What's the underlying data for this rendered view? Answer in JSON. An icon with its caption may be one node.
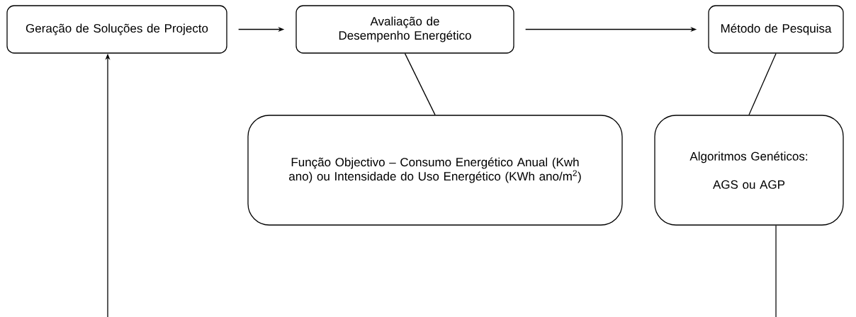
{
  "diagram": {
    "nodes": [
      {
        "text": [
          "Geração de Soluções de Projecto"
        ]
      },
      {
        "text": [
          "Avaliação de Desempenho Energético"
        ]
      },
      {
        "text": [
          "Método de Pesquisa"
        ]
      },
      {
        "text": [
          "Função Objectivo – Consumo Energético Anual (Kwh ano) ou Intensidade do Uso Energético (KWh ano/m$^{2}$)"
        ]
      },
      {
        "text": [
          "Algoritmos Genéticos:",
          "AGS ou AGP"
        ]
      }
    ],
    "edges": [
      {
        "from": 0,
        "to": 1,
        "arrow": "to"
      },
      {
        "from": 1,
        "to": 2,
        "arrow": "to"
      },
      {
        "from": 1,
        "to": 3,
        "arrow": "none"
      },
      {
        "from": 2,
        "to": 4,
        "arrow": "none"
      },
      {
        "from": null,
        "to": 0,
        "arrow": "to"
      },
      {
        "from": 4,
        "to": null,
        "arrow": "none"
      }
    ]
  }
}
